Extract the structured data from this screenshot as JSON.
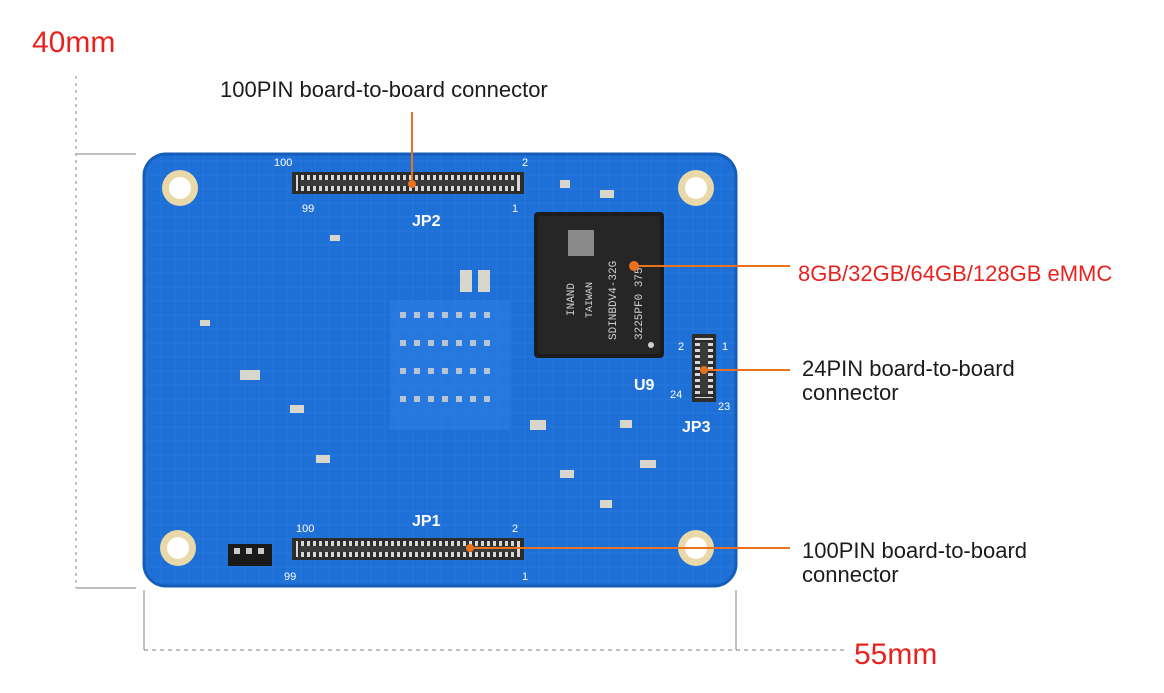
{
  "dimensions": {
    "height": "40mm",
    "width": "55mm"
  },
  "callouts": {
    "jp2": "100PIN board-to-board connector",
    "emmc": "8GB/32GB/64GB/128GB eMMC",
    "jp3_line1": "24PIN board-to-board",
    "jp3_line2": "connector",
    "jp1_line1": "100PIN board-to-board",
    "jp1_line2": "connector"
  },
  "silkscreen": {
    "jp2": "JP2",
    "jp1": "JP1",
    "jp3": "JP3",
    "u9": "U9",
    "pin_100": "100",
    "pin_2": "2",
    "pin_99": "99",
    "pin_1": "1",
    "pin_24": "24",
    "pin_23": "23"
  },
  "chip_marking": {
    "line1": "SDINBDV4-32G",
    "line2": "3225PF0 375",
    "brand": "INAND",
    "origin": "TAIWAN"
  },
  "colors": {
    "accent_red": "#e8231f",
    "pcb_blue": "#1e6fd6",
    "leader_orange": "#e8721f"
  }
}
